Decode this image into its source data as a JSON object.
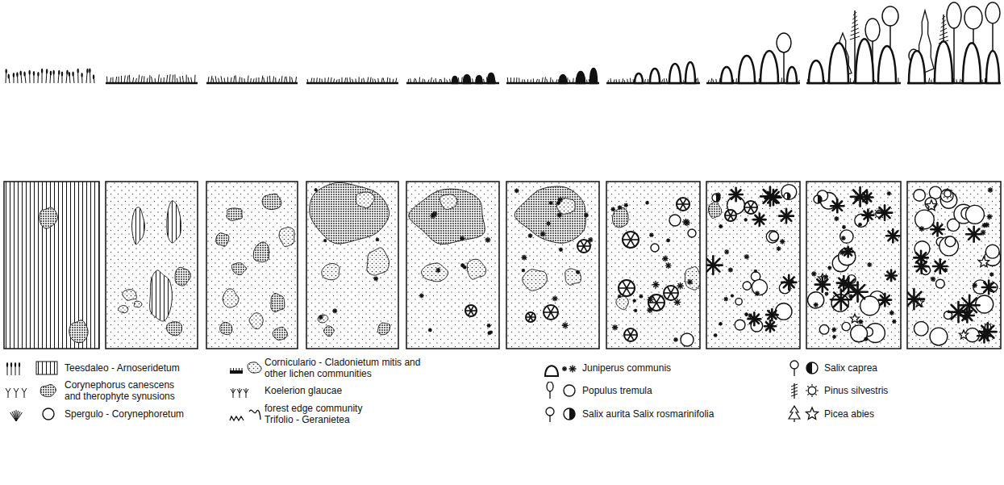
{
  "diagram": {
    "legend": [
      {
        "text": "Teesdaleo - Arnoseridetum"
      },
      {
        "text": "Corynephorus canescens and therophyte synusions"
      },
      {
        "text": "Spergulo - Corynephoretum"
      },
      {
        "text": "Corniculario - Cladonietum mitis and other lichen communities"
      },
      {
        "text": "Koelerion glaucae"
      },
      {
        "text": "forest edge community Trifolio - Geranietea"
      },
      {
        "text": "Juniperus communis"
      },
      {
        "text": "Populus tremula"
      },
      {
        "text": "Salix aurita Salix rosmarinifolia"
      },
      {
        "text": "Salix caprea"
      },
      {
        "text": "Pinus silvestris"
      },
      {
        "text": "Picea abies"
      }
    ]
  }
}
